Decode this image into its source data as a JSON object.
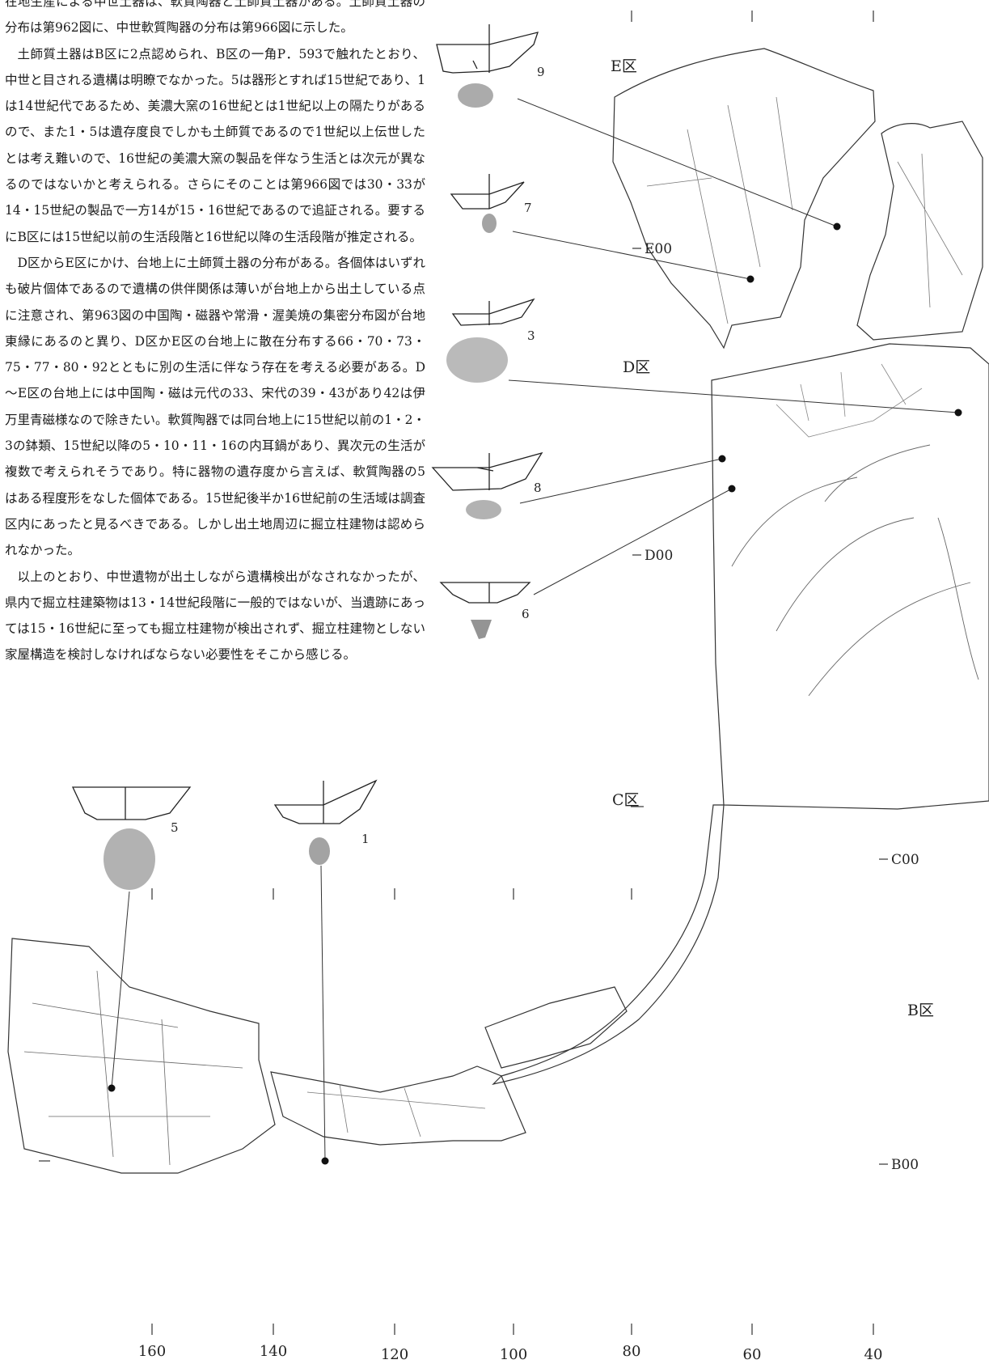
{
  "text": {
    "paragraphs": [
      "在地生産による中世土器は、軟質陶器と土師質土器がある。土師質土器の分布は第962図に、中世軟質陶器の分布は第966図に示した。",
      "土師質土器はB区に2点認められ、B区の一角P．593で触れたとおり、中世と目される遺構は明瞭でなかった。5は器形とすれば15世紀であり、1は14世紀代であるため、美濃大窯の16世紀とは1世紀以上の隔たりがあるので、また1・5は遺存度良でしかも土師質であるので1世紀以上伝世したとは考え難いので、16世紀の美濃大窯の製品を伴なう生活とは次元が異なるのではないかと考えられる。さらにそのことは第966図では30・33が14・15世紀の製品で一方14が15・16世紀であるので追証される。要するにB区には15世紀以前の生活段階と16世紀以降の生活段階が推定される。",
      "D区からE区にかけ、台地上に土師質土器の分布がある。各個体はいずれも破片個体であるので遺構の供伴関係は薄いが台地上から出土している点に注意され、第963図の中国陶・磁器や常滑・渥美焼の集密分布図が台地東縁にあるのと異り、D区かE区の台地上に散在分布する66・70・73・75・77・80・92とともに別の生活に伴なう存在を考える必要がある。D～E区の台地上には中国陶・磁は元代の33、宋代の39・43があり42は伊万里青磁様なので除きたい。軟質陶器では同台地上に15世紀以前の1・2・3の鉢類、15世紀以降の5・10・11・16の内耳鍋があり、異次元の生活が複数で考えられそうであり。特に器物の遺存度から言えば、軟質陶器の5はある程度形をなした個体である。15世紀後半か16世紀前の生活域は調査区内にあったと見るべきである。しかし出土地周辺に掘立柱建物は認められなかった。",
      "以上のとおり、中世遺物が出土しながら遺構検出がなされなかったが、県内で掘立柱建築物は13・14世紀段階に一般的ではないが、当遺跡にあっては15・16世紀に至っても掘立柱建物が検出されず、掘立柱建物としない家屋構造を検討しなければならない必要性をそこから感じる。"
    ]
  },
  "map": {
    "zones": {
      "e": "E区",
      "d": "D区",
      "c": "C区",
      "b": "B区"
    },
    "grid_rows": {
      "e": "E00",
      "d": "D00",
      "c": "C00",
      "b": "B00"
    },
    "x_axis": [
      "160",
      "140",
      "120",
      "100",
      "80",
      "60",
      "40"
    ],
    "artifacts": {
      "a9": "9",
      "a7": "7",
      "a3": "3",
      "a8": "8",
      "a6": "6",
      "a5": "5",
      "a1": "1"
    }
  }
}
